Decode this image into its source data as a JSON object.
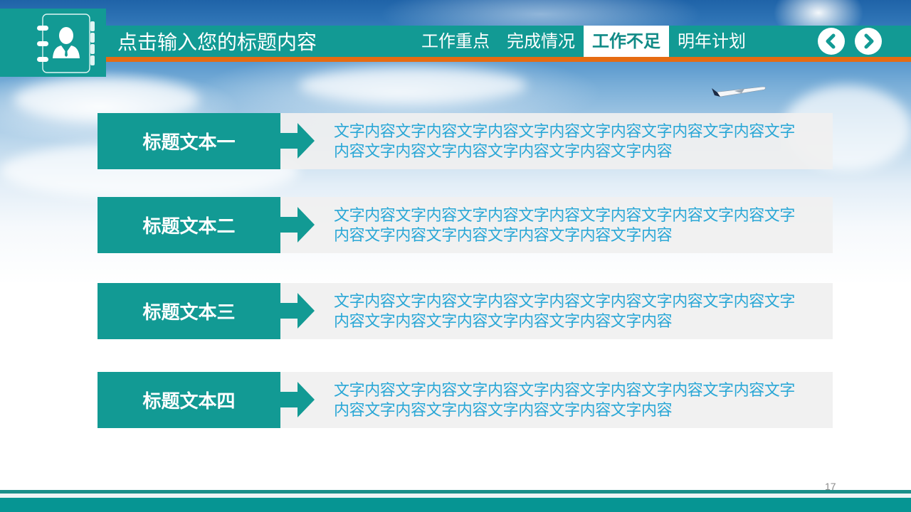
{
  "colors": {
    "teal": "#129a94",
    "orange": "#e66b12",
    "text_blue": "#2aa7d6",
    "row_bg": "#f0f0f0",
    "footer_teal": "#069593"
  },
  "header": {
    "title": "点击输入您的标题内容",
    "logo_icon": "address-book-person-icon",
    "nav_tabs": [
      {
        "label": "工作重点",
        "active": false
      },
      {
        "label": "完成情况",
        "active": false
      },
      {
        "label": "工作不足",
        "active": true
      },
      {
        "label": "明年计划",
        "active": false
      }
    ],
    "prev_icon": "chevron-left-circle-icon",
    "next_icon": "chevron-right-circle-icon"
  },
  "rows": [
    {
      "title": "标题文本一",
      "text": "文字内容文字内容文字内容文字内容文字内容文字内容文字内容文字内容文字内容文字内容文字内容文字内容文字内容"
    },
    {
      "title": "标题文本二",
      "text": "文字内容文字内容文字内容文字内容文字内容文字内容文字内容文字内容文字内容文字内容文字内容文字内容文字内容"
    },
    {
      "title": "标题文本三",
      "text": "文字内容文字内容文字内容文字内容文字内容文字内容文字内容文字内容文字内容文字内容文字内容文字内容文字内容"
    },
    {
      "title": "标题文本四",
      "text": "文字内容文字内容文字内容文字内容文字内容文字内容文字内容文字内容文字内容文字内容文字内容文字内容文字内容"
    }
  ],
  "footer": {
    "page_number": "17"
  }
}
